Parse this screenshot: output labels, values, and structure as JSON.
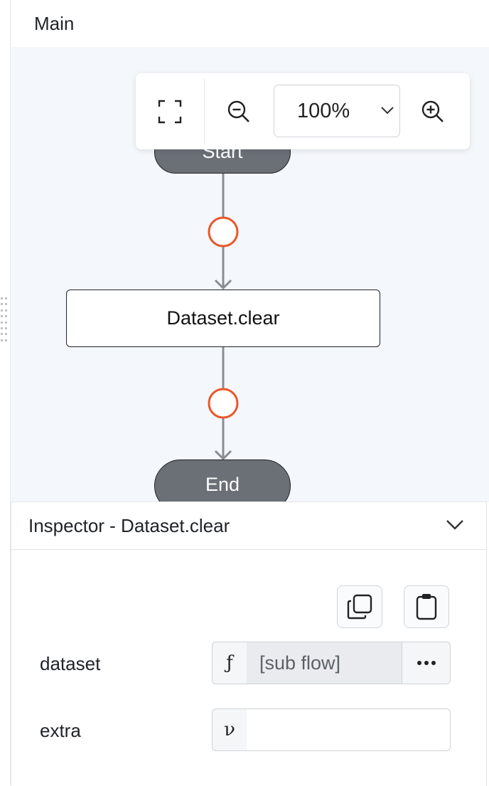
{
  "header": {
    "title": "Main"
  },
  "toolbar": {
    "zoom_value": "100%",
    "icons": [
      "fit-view-icon",
      "zoom-out-icon",
      "chevron-down-icon",
      "zoom-in-icon"
    ]
  },
  "flow": {
    "start_label": "Start",
    "step_label": "Dataset.clear",
    "end_label": "End",
    "connector_color": "#e8562a",
    "terminal_color": "#6b7077"
  },
  "inspector": {
    "title": "Inspector - Dataset.clear",
    "properties": [
      {
        "label": "dataset",
        "prefix": "ƒ",
        "value": "[sub flow]"
      },
      {
        "label": "extra",
        "prefix": "ν",
        "value": ""
      }
    ]
  }
}
